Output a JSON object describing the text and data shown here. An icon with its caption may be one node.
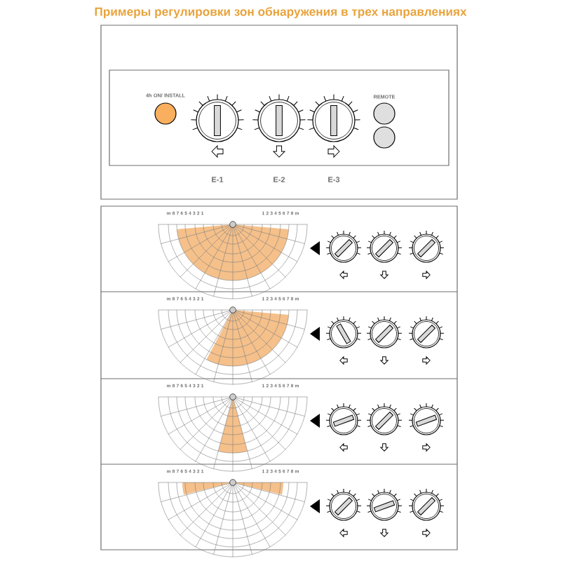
{
  "diagram": {
    "title": "Примеры регулировки зон обнаружения в трех направлениях",
    "labels": [
      "4h ON/ INSTALL",
      "REMOTE",
      "E-1",
      "E-2",
      "E-3",
      "m 8 7 6 5 4 3 2 1",
      "1 2 3 4 5 6 7 8 m",
      "m 8 7 6 5 4 3 2 1",
      "1 2 3 4 5 6 7 8 m",
      "m 8 7 6 5 4 3 2 1",
      "1 2 3 4 5 6 7 8 m",
      "m 8 7 6 5 4 3 2 1",
      "1 2 3 4 5 6 7 8 m"
    ]
  }
}
